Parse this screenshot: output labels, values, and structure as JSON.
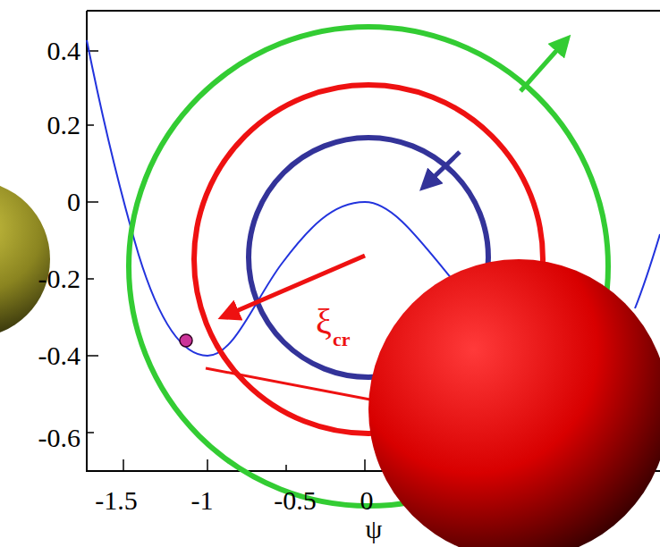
{
  "diagram": {
    "labels": [
      "0.4",
      "0.2",
      "0",
      "-0.2",
      "-0.4",
      "-0.6",
      "-1.5",
      "-1",
      "-0.5",
      "0",
      "ψ",
      "ξ",
      "cr"
    ]
  }
}
